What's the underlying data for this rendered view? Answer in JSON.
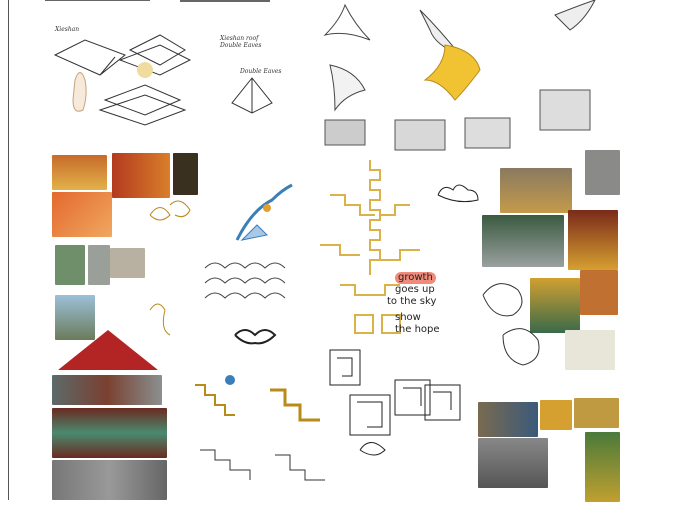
{
  "labels": {
    "xieshan": "Xieshan",
    "xieshan_double": "Xieshan roof Double Eaves",
    "double_eaves": "Double Eaves"
  },
  "handwriting": {
    "line1": "growth",
    "line2": "goes up",
    "line3": "to the sky",
    "line4": "show",
    "line5": "the hope"
  },
  "colors": {
    "gold": "#d9b24a",
    "highlight_red": "#f08a7a",
    "highlight_green": "#b9e07a",
    "yellow_wash": "#f1c232"
  }
}
